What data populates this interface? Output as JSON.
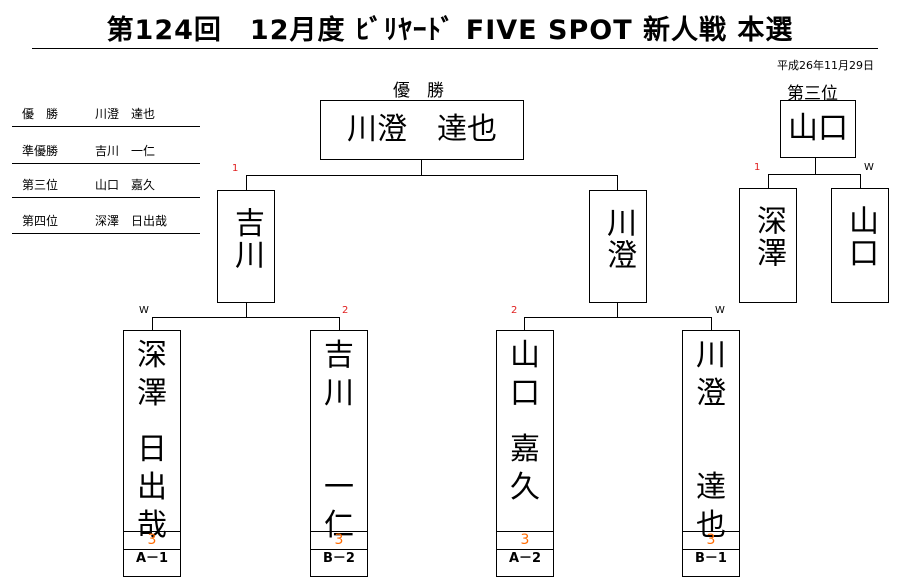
{
  "header": {
    "title": "第124回　12月度 ﾋﾞﾘﾔｰﾄﾞ FIVE SPOT 新人戦 本選",
    "date": "平成26年11月29日"
  },
  "rankings": [
    {
      "label": "優　勝",
      "name": "川澄　達也"
    },
    {
      "label": "準優勝",
      "name": "吉川　一仁"
    },
    {
      "label": "第三位",
      "name": "山口　嘉久"
    },
    {
      "label": "第四位",
      "name": "深澤　日出哉"
    }
  ],
  "final": {
    "label": "優　勝",
    "winner": "川澄　達也"
  },
  "third_place": {
    "label": "第三位",
    "winner": "山口",
    "left_mark": "1",
    "right_mark": "W",
    "players": [
      "深澤",
      "山口"
    ]
  },
  "semifinals": {
    "left": {
      "name": "吉川",
      "mark": "1"
    },
    "right": {
      "name": "川澄"
    }
  },
  "first_round": [
    {
      "name": "深澤　日出哉",
      "chars": [
        "深",
        "澤",
        "",
        "日",
        "出",
        "哉"
      ],
      "mark": "W",
      "score": "3",
      "block": "A－1"
    },
    {
      "name": "吉川　一仁",
      "chars": [
        "吉",
        "川",
        "",
        "",
        "一",
        "仁"
      ],
      "mark": "2",
      "score": "3",
      "block": "B－2"
    },
    {
      "name": "山口　嘉久",
      "chars": [
        "山",
        "口",
        "",
        "嘉",
        "久",
        ""
      ],
      "mark": "2",
      "score": "3",
      "block": "A－2"
    },
    {
      "name": "川澄　達也",
      "chars": [
        "川",
        "澄",
        "",
        "",
        "達",
        "也"
      ],
      "mark": "W",
      "score": "3",
      "block": "B－1"
    }
  ]
}
